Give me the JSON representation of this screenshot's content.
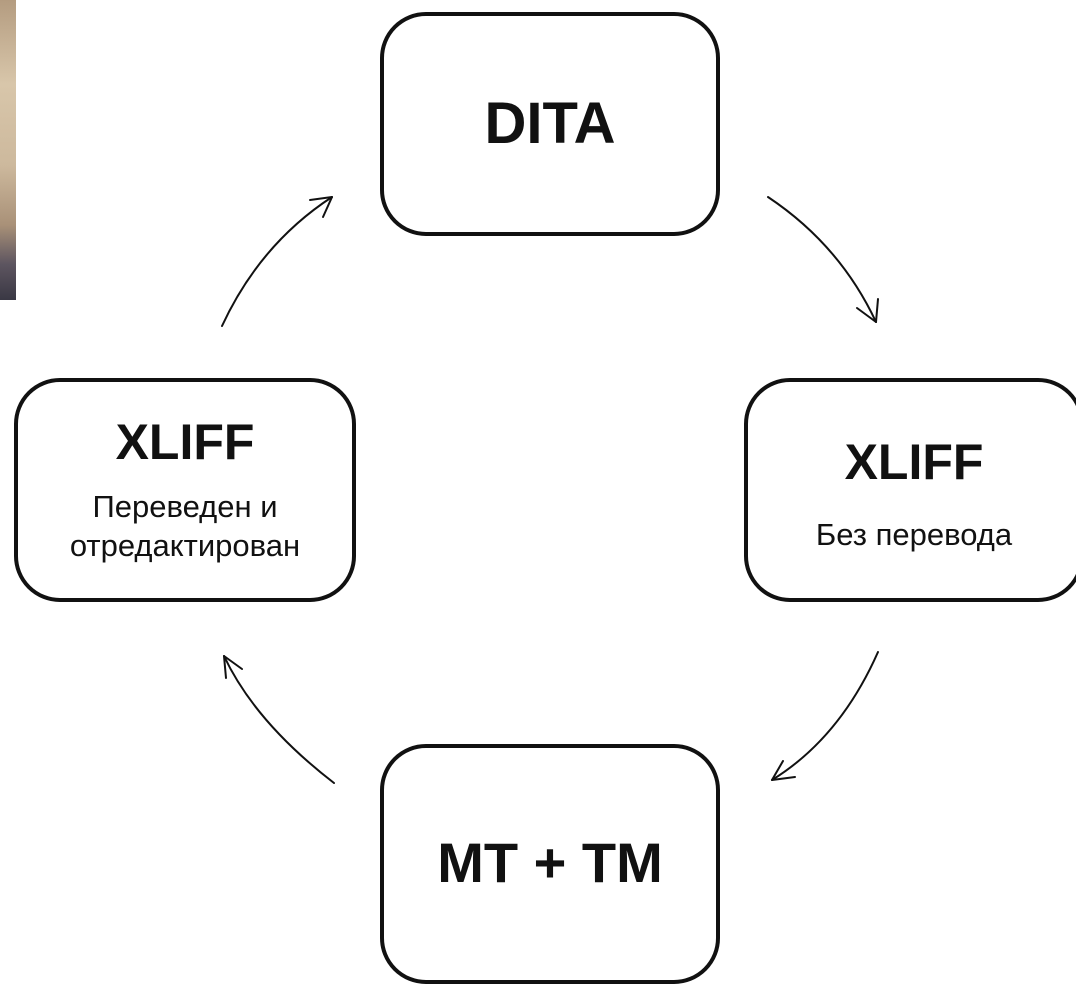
{
  "diagram": {
    "type": "cycle",
    "nodes": [
      {
        "id": "dita",
        "title": "DITA",
        "subtitle": ""
      },
      {
        "id": "xliff-right",
        "title": "XLIFF",
        "subtitle": "Без перевода"
      },
      {
        "id": "mt-tm",
        "title": "MT + TM",
        "subtitle": ""
      },
      {
        "id": "xliff-left",
        "title": "XLIFF",
        "subtitle": "Переведен и\nотредактирован"
      }
    ],
    "edges": [
      {
        "from": "dita",
        "to": "xliff-right"
      },
      {
        "from": "xliff-right",
        "to": "mt-tm"
      },
      {
        "from": "mt-tm",
        "to": "xliff-left"
      },
      {
        "from": "xliff-left",
        "to": "dita"
      }
    ]
  },
  "colors": {
    "stroke": "#111111",
    "background": "#ffffff"
  }
}
